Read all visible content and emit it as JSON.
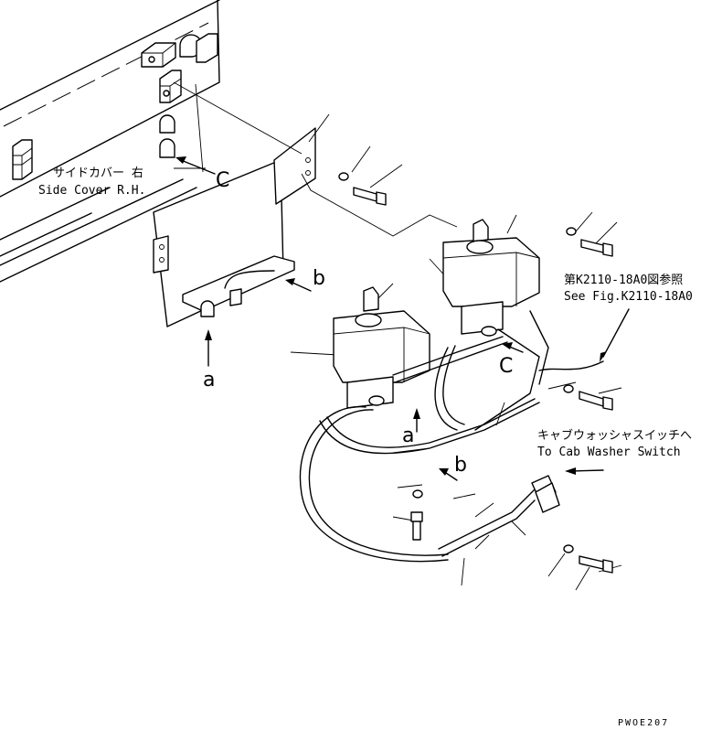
{
  "labels": {
    "side_cover_jp": "サイドカバー 右",
    "side_cover_en": "Side Cover R.H.",
    "see_fig_jp": "第K2110-18A0図参照",
    "see_fig_en": "See Fig.K2110-18A0",
    "washer_switch_jp": "キャブウォッシャスイッチへ",
    "washer_switch_en": "To Cab Washer Switch",
    "callout_a1": "a",
    "callout_a2": "a",
    "callout_b1": "b",
    "callout_b2": "b",
    "callout_c1": "C",
    "callout_c2": "C",
    "drawing_id": "PWOE207"
  }
}
